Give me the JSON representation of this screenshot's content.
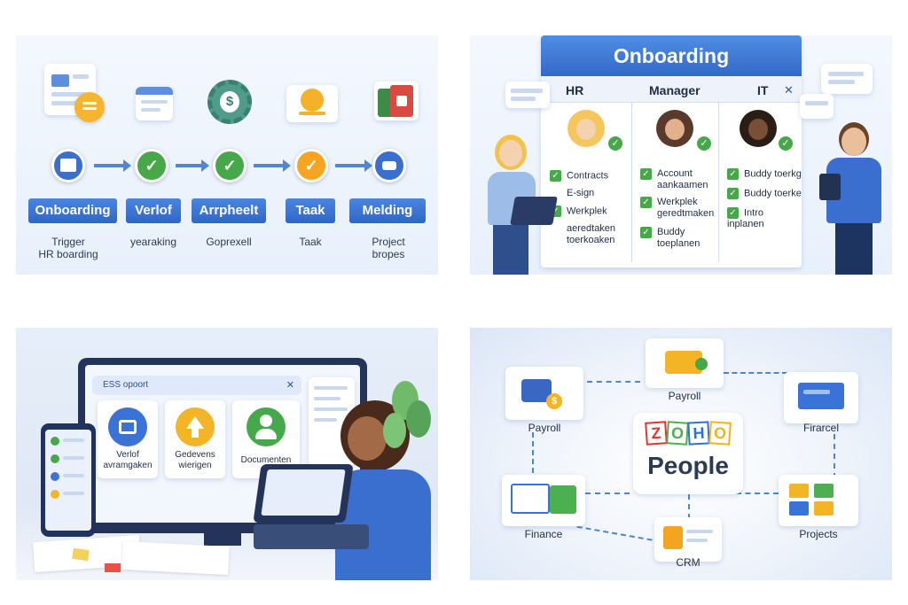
{
  "panel1": {
    "steps": [
      {
        "label": "Onboarding",
        "sub": "Trigger\nHR boarding"
      },
      {
        "label": "Verlof",
        "sub": "yearaking"
      },
      {
        "label": "Arrpheelt",
        "sub": "Goprexell"
      },
      {
        "label": "Taak",
        "sub": "Taak"
      },
      {
        "label": "Melding",
        "sub": "Project\nbropes"
      }
    ]
  },
  "panel2": {
    "title": "Onboarding",
    "columns": [
      {
        "header": "HR",
        "items": [
          "Contracts",
          "E-sign",
          "Werkplek",
          "aeredtaken\ntoerkoaken"
        ]
      },
      {
        "header": "Manager",
        "items": [
          "Account\naankaamen",
          "Werkplek\ngeredtmaken",
          "Buddy\ntoeplanen"
        ]
      },
      {
        "header": "IT",
        "items": [
          "Buddy toerkg",
          "Buddy toerke",
          "Intro inplanen"
        ]
      }
    ],
    "close_icon": "✕"
  },
  "panel3": {
    "portal_title": "ESS opoort",
    "tiles": [
      {
        "label": "Verlof\navramgaken",
        "color": "#3a72d8"
      },
      {
        "label": "Gedevens\nwierigen",
        "color": "#f3b526"
      },
      {
        "label": "Documenten",
        "color": "#45a84a"
      }
    ]
  },
  "panel4": {
    "logo_letters": [
      "Z",
      "O",
      "H",
      "O"
    ],
    "logo_colors": [
      "#e2342d",
      "#4caf50",
      "#2f6fd6",
      "#f2b21c"
    ],
    "product": "People",
    "nodes": [
      {
        "label": "Payroll"
      },
      {
        "label": "Payroll"
      },
      {
        "label": "Firarcel"
      },
      {
        "label": "Finance"
      },
      {
        "label": "Projects"
      },
      {
        "label": "CRM"
      }
    ]
  }
}
